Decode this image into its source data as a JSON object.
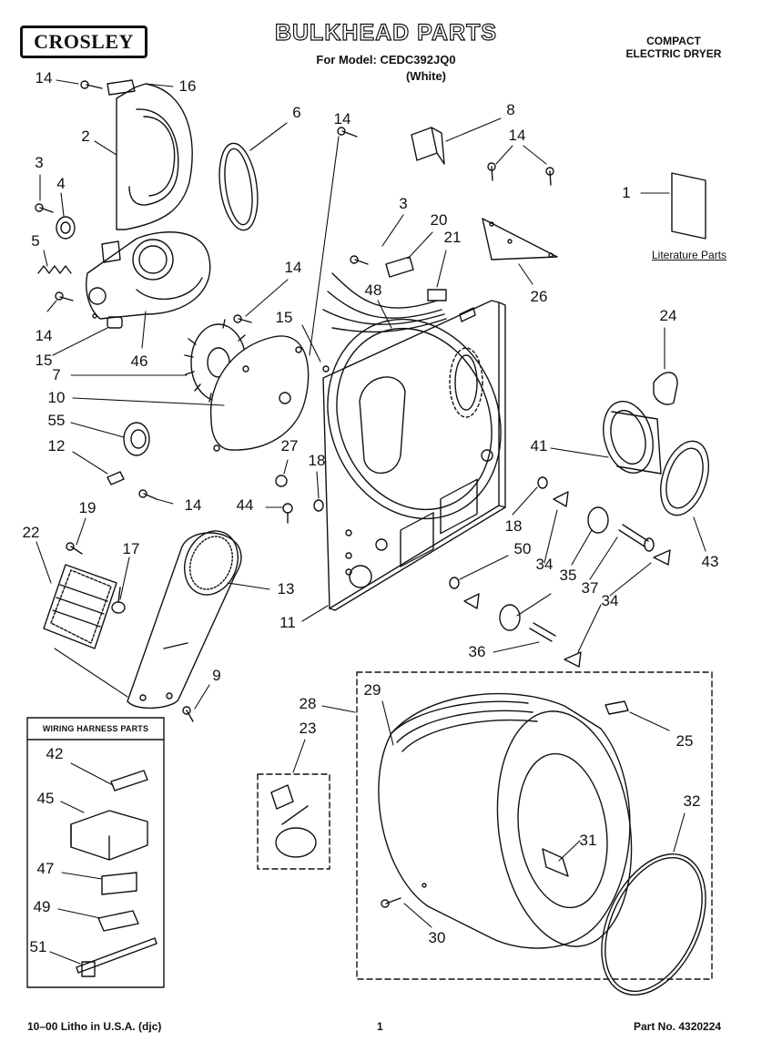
{
  "header": {
    "brand": "CROSLEY",
    "title": "BULKHEAD PARTS",
    "model_line": "For Model: CEDC392JQ0",
    "color": "(White)",
    "product_line1": "COMPACT",
    "product_line2": "ELECTRIC DRYER"
  },
  "literature_label": "Literature Parts",
  "wiring_harness_title": "WIRING HARNESS PARTS",
  "footer": {
    "left": "10–00 Litho in U.S.A. (djc)",
    "page": "1",
    "part_no": "Part No. 4320224"
  },
  "callouts": [
    "14",
    "16",
    "6",
    "2",
    "3",
    "4",
    "5",
    "14",
    "15",
    "46",
    "7",
    "10",
    "55",
    "12",
    "14",
    "22",
    "19",
    "17",
    "13",
    "9",
    "11",
    "14",
    "15",
    "14",
    "27",
    "18",
    "44",
    "8",
    "14",
    "1",
    "3",
    "20",
    "21",
    "48",
    "26",
    "24",
    "41",
    "43",
    "18",
    "50",
    "34",
    "35",
    "37",
    "34",
    "36",
    "28",
    "29",
    "23",
    "25",
    "32",
    "31",
    "30",
    "42",
    "45",
    "47",
    "49",
    "51"
  ]
}
